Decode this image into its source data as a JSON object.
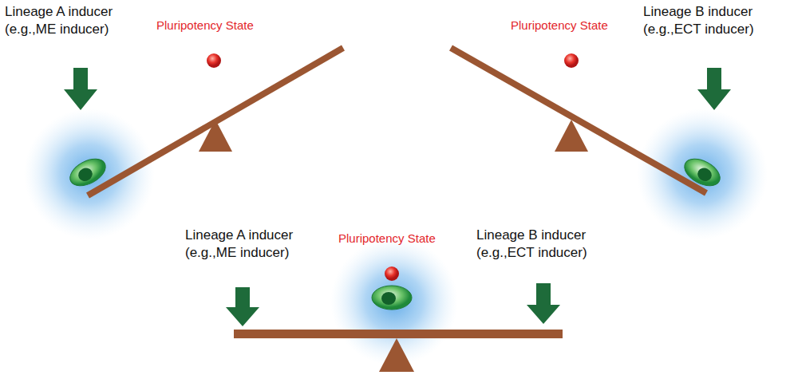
{
  "diagram": {
    "labels": [
      "Lineage A inducer (e.g.,ME inducer)",
      "Pluripotency State",
      "Pluripotency State",
      "Lineage B inducer (e.g.,ECT inducer)",
      "Lineage A inducer (e.g.,ME inducer)",
      "Pluripotency State",
      "Lineage B inducer (e.g.,ECT inducer)"
    ]
  }
}
